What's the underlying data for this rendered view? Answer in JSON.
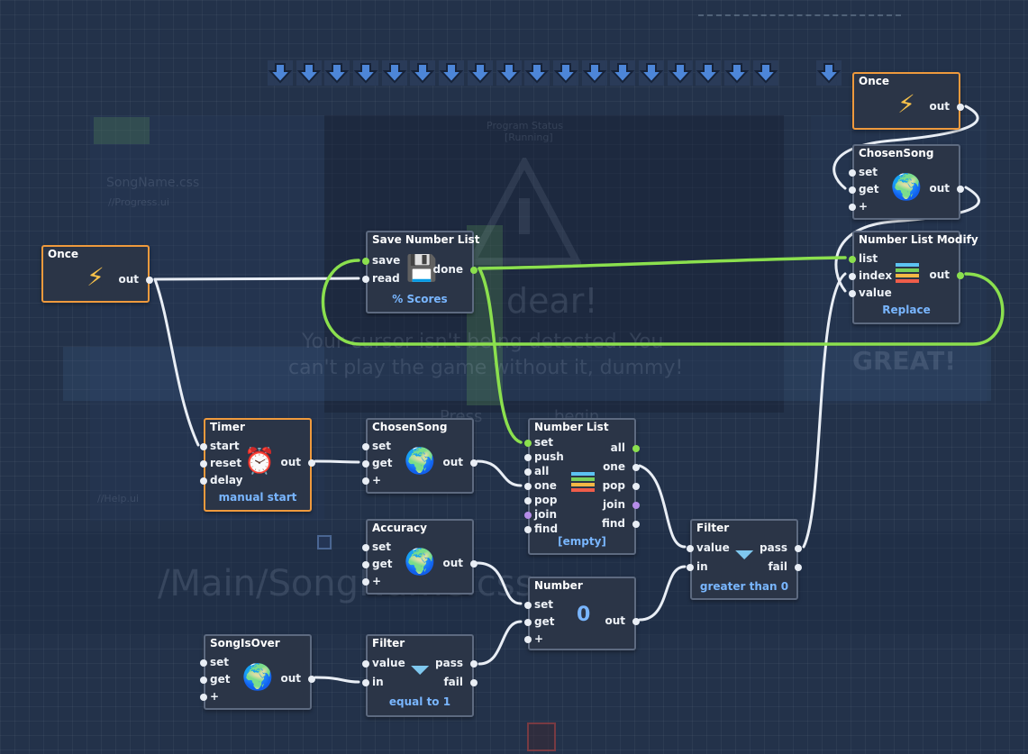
{
  "background": {
    "song_file": "SongName.css",
    "progress_file": "//Progress.ui",
    "help_file": "//Help.ui",
    "path": "/Main/SongName.css",
    "status_line1": "Program Status",
    "status_line2": "[Running]",
    "dear_text": "dear!",
    "msg_line1": "Your cursor isn't being detected. You",
    "msg_line2": "can't play the game without it, dummy!",
    "press_text": "Press",
    "begin_text": "begin",
    "great_text": "GREAT!"
  },
  "colors": {
    "wire_white": "#e9eef5",
    "wire_green": "#8be04e",
    "trigger_border": "#ef9a3d",
    "node_border": "#5d6a80",
    "sub_text": "#79b6ff"
  },
  "nodes": {
    "once_left": {
      "title": "Once",
      "out": "out",
      "icon": "lightning-icon"
    },
    "once_right": {
      "title": "Once",
      "out": "out",
      "icon": "lightning-icon"
    },
    "timer": {
      "title": "Timer",
      "start": "start",
      "reset": "reset",
      "delay": "delay",
      "out": "out",
      "sub": "manual start",
      "icon": "alarm-clock-icon"
    },
    "save_number_list": {
      "title": "Save Number List",
      "save": "save",
      "read": "read",
      "done": "done",
      "sub": "% Scores",
      "icon": "floppy-disk-icon"
    },
    "chosen_song_top": {
      "title": "ChosenSong",
      "set": "set",
      "get": "get",
      "plus": "+",
      "out": "out",
      "icon": "globe-icon"
    },
    "chosen_song_mid": {
      "title": "ChosenSong",
      "set": "set",
      "get": "get",
      "plus": "+",
      "out": "out",
      "icon": "globe-icon"
    },
    "number_list_modify": {
      "title": "Number List Modify",
      "list": "list",
      "index": "index",
      "value": "value",
      "out": "out",
      "sub": "Replace",
      "icon": "stacked-list-icon"
    },
    "number_list": {
      "title": "Number List",
      "set": "set",
      "push": "push",
      "all_in": "all",
      "one_in": "one",
      "pop_in": "pop",
      "join_in": "join",
      "find_in": "find",
      "all_out": "all",
      "one_out": "one",
      "pop_out": "pop",
      "join_out": "join",
      "find_out": "find",
      "sub": "[empty]",
      "icon": "stacked-list-icon"
    },
    "accuracy": {
      "title": "Accuracy",
      "set": "set",
      "get": "get",
      "plus": "+",
      "out": "out",
      "icon": "globe-icon"
    },
    "number": {
      "title": "Number",
      "set": "set",
      "get": "get",
      "plus": "+",
      "out": "out",
      "value": "0"
    },
    "filter_gt": {
      "title": "Filter",
      "value": "value",
      "in": "in",
      "pass": "pass",
      "fail": "fail",
      "sub": "greater than 0",
      "icon": "funnel-icon"
    },
    "song_is_over": {
      "title": "SongIsOver",
      "set": "set",
      "get": "get",
      "plus": "+",
      "out": "out",
      "icon": "globe-icon"
    },
    "filter_eq": {
      "title": "Filter",
      "value": "value",
      "in": "in",
      "pass": "pass",
      "fail": "fail",
      "sub": "equal to 1",
      "icon": "funnel-icon"
    }
  }
}
